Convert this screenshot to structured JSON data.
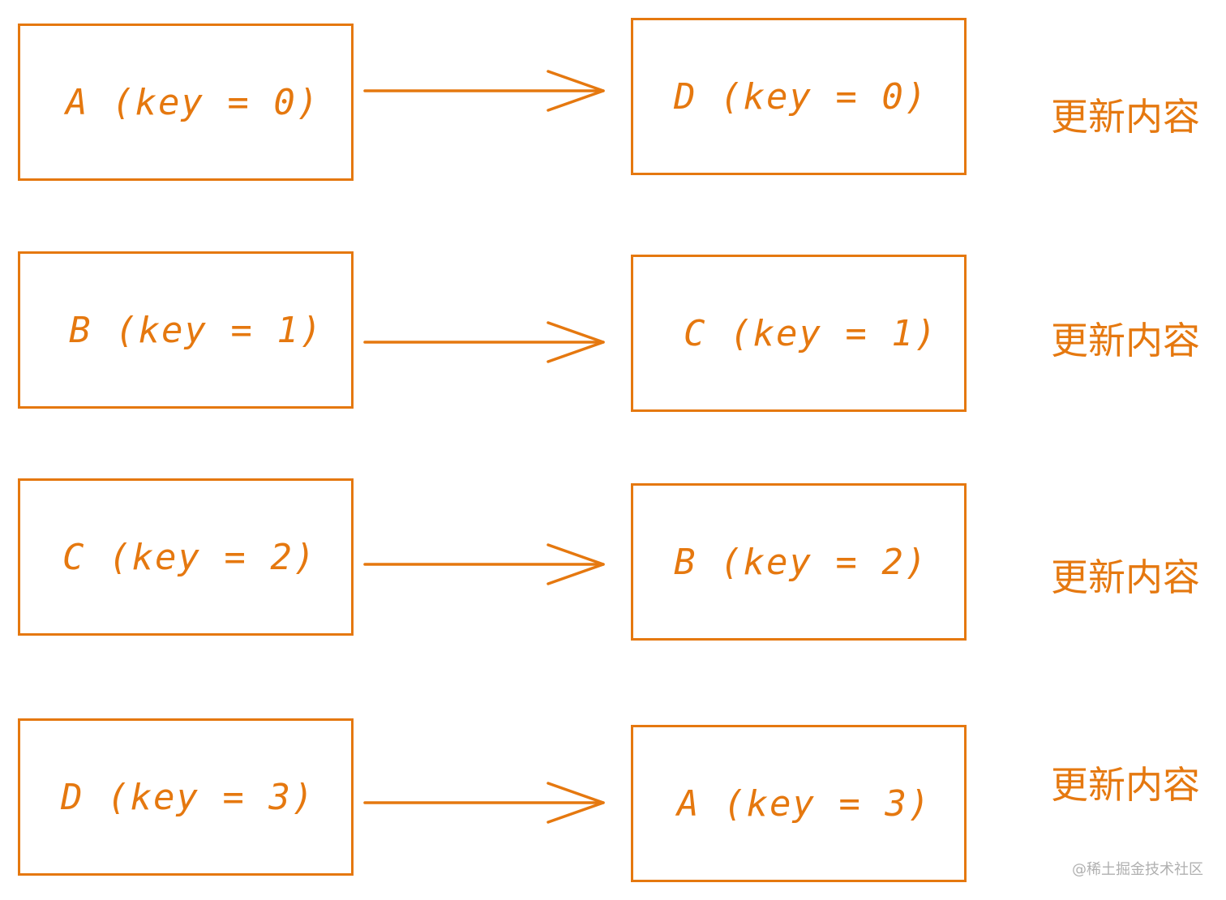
{
  "diagram": {
    "accent_color": "#e5780f",
    "rows": [
      {
        "old_node": "A (key = 0)",
        "new_node": "D (key = 0)",
        "note": "更新内容"
      },
      {
        "old_node": "B (key = 1)",
        "new_node": "C (key = 1)",
        "note": "更新内容"
      },
      {
        "old_node": "C (key = 2)",
        "new_node": "B (key = 2)",
        "note": "更新内容"
      },
      {
        "old_node": "D (key = 3)",
        "new_node": "A (key = 3)",
        "note": "更新内容"
      }
    ]
  },
  "watermark": "@稀土掘金技术社区"
}
